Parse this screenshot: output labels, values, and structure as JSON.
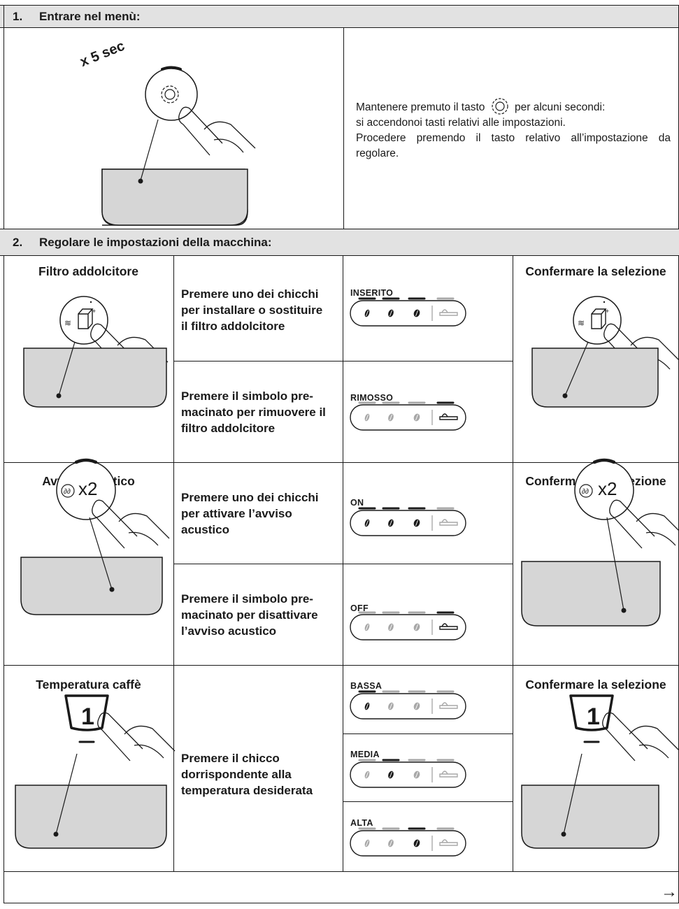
{
  "section1": {
    "number": "1.",
    "title": "Entrare nel menù:",
    "hold_label": "x 5 sec",
    "instruction_line1_before": "Mantenere premuto il tasto",
    "instruction_line1_after": "per alcuni secondi:",
    "instruction_line2": "si accendonoi tasti relativi alle impostazioni.",
    "instruction_line3": "Procedere premendo il tasto relativo all’impostazione da",
    "instruction_line4": "regolare."
  },
  "section2": {
    "number": "2.",
    "title": "Regolare le impostazioni della macchina:",
    "confirm_label": "Confermare la selezione",
    "rows": [
      {
        "title": "Filtro addolcitore",
        "options": [
          {
            "instruction": [
              "Premere uno dei chicchi",
              "per installare o sostituire",
              "il filtro addolcitore"
            ],
            "panel_label": "INSERITO",
            "active_keys": [
              1,
              1,
              1,
              0
            ]
          },
          {
            "instruction": [
              "Premere il simbolo pre-",
              "macinato per rimuovere il",
              "filtro addolcitore"
            ],
            "panel_label": "RIMOSSO",
            "active_keys": [
              0,
              0,
              0,
              1
            ]
          }
        ]
      },
      {
        "title": "Avviso acustico",
        "button_text": "x2",
        "options": [
          {
            "instruction": [
              "Premere uno dei chicchi",
              "per attivare l’avviso",
              "acustico"
            ],
            "panel_label": "ON",
            "active_keys": [
              1,
              1,
              1,
              0
            ]
          },
          {
            "instruction": [
              "Premere il simbolo pre-",
              "macinato per disattivare",
              "l’avviso acustico"
            ],
            "panel_label": "OFF",
            "active_keys": [
              0,
              0,
              0,
              1
            ]
          }
        ]
      },
      {
        "title": "Temperatura caffè",
        "button_text": "1",
        "instruction": [
          "Premere il chicco",
          "dorrispondente alla",
          "temperatura desiderata"
        ],
        "options": [
          {
            "panel_label": "BASSA",
            "active_keys": [
              1,
              0,
              0,
              0
            ]
          },
          {
            "panel_label": "MEDIA",
            "active_keys": [
              0,
              1,
              0,
              0
            ]
          },
          {
            "panel_label": "ALTA",
            "active_keys": [
              0,
              0,
              1,
              0
            ]
          }
        ]
      }
    ]
  },
  "footer": {
    "next_arrow": "→"
  },
  "colors": {
    "header_bg": "#e2e2e2",
    "tray_fill": "#d6d6d6",
    "active": "#1a1a1a",
    "inactive": "#a8a8a8"
  }
}
